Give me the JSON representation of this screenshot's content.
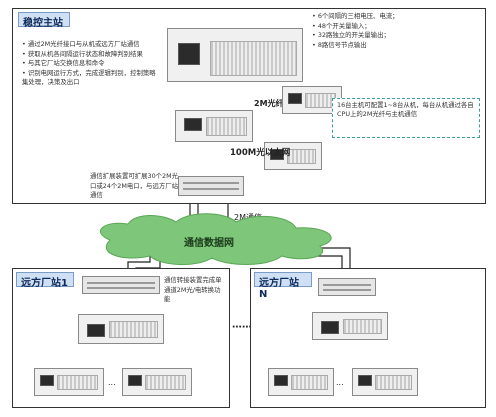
{
  "master_station": {
    "title": "稳控主站",
    "notes": [
      "通过2M光纤接口与从机或远方厂站通信",
      "获取从机各间隔运行状态和故障判别结果",
      "与其它厂站交换信息和命令",
      "识别电网运行方式，完成逻辑判别，控制策略集处理，决策及出口"
    ],
    "specs": [
      "6个间隔的三相电压、电流；",
      "48个开关量输入；",
      "32路独立的开关量输出；",
      "8路信号节点输出"
    ],
    "slave_note": "16台主机可配置1~8台从机，每台从机通过各自CPU上的2M光纤与主机通信",
    "fiber_label": "2M光纤",
    "ethernet_label": "100M光以太网",
    "converter_note": "通信扩展装置可扩展30个2M光口或24个2M电口，与远方厂站通信",
    "comm_2m_label": "2M通信",
    "ellipsis": "..."
  },
  "network": {
    "label": "通信数据网"
  },
  "remote_station_1": {
    "title": "远方厂站1",
    "interface_note": "通信转接装置完成单通道2M光/电转换功能"
  },
  "remote_station_n": {
    "title": "远方厂站N"
  },
  "between_stations": "⋯⋯"
}
